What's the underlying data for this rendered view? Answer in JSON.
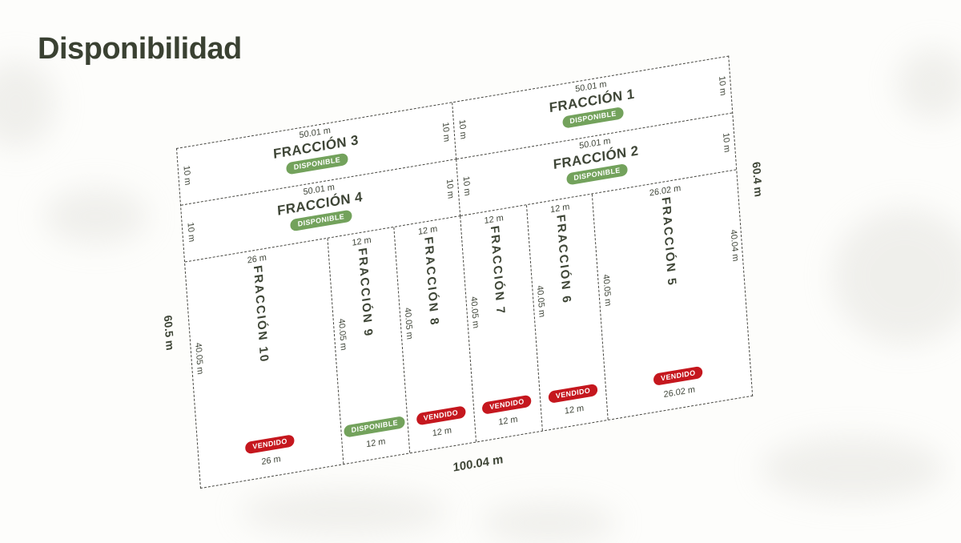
{
  "title": "Disponibilidad",
  "statuses": {
    "disponible": {
      "label": "DISPONIBLE",
      "color": "#73a25c"
    },
    "vendido": {
      "label": "VENDIDO",
      "color": "#c5171e"
    }
  },
  "outer_dimensions": {
    "left": "60.5 m",
    "right": "60.4 m",
    "bottom": "100.04 m"
  },
  "top_lots": [
    {
      "name": "FRACCIÓN 3",
      "status": "DISPONIBLE",
      "width": "50.01 m",
      "left": "10 m",
      "right": "10 m"
    },
    {
      "name": "FRACCIÓN 1",
      "status": "DISPONIBLE",
      "width": "50.01 m",
      "left": "10 m",
      "right": "10 m"
    },
    {
      "name": "FRACCIÓN 4",
      "status": "DISPONIBLE",
      "width": "50.01 m",
      "left": "10 m",
      "right": "10 m"
    },
    {
      "name": "FRACCIÓN 2",
      "status": "DISPONIBLE",
      "width": "50.01 m",
      "left": "10 m",
      "right": "10 m"
    }
  ],
  "bottom_lots": [
    {
      "name": "FRACCIÓN 10",
      "status": "VENDIDO",
      "top": "26 m",
      "bottom": "26 m",
      "left": "40.05 m"
    },
    {
      "name": "FRACCIÓN 9",
      "status": "DISPONIBLE",
      "top": "12 m",
      "bottom": "12 m",
      "left": "40.05 m"
    },
    {
      "name": "FRACCIÓN 8",
      "status": "VENDIDO",
      "top": "12 m",
      "bottom": "12 m",
      "left": "40.05 m"
    },
    {
      "name": "FRACCIÓN 7",
      "status": "VENDIDO",
      "top": "12 m",
      "bottom": "12 m",
      "left": "40.05 m"
    },
    {
      "name": "FRACCIÓN 6",
      "status": "VENDIDO",
      "top": "12 m",
      "bottom": "12 m",
      "left": "40.05 m"
    },
    {
      "name": "FRACCIÓN 5",
      "status": "VENDIDO",
      "top": "26.02 m",
      "bottom": "26.02 m",
      "left": "40.05 m",
      "right": "40.04 m"
    }
  ]
}
